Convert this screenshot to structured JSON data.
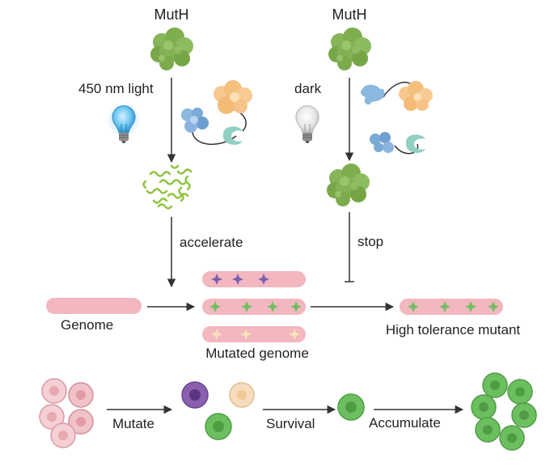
{
  "left_panel": {
    "protein_label": "MutH",
    "light_label": "450 nm light",
    "arrow_label": "accelerate"
  },
  "right_panel": {
    "protein_label": "MutH",
    "light_label": "dark",
    "arrow_label": "stop"
  },
  "genome_row": {
    "genome_label": "Genome",
    "mutated_label": "Mutated genome",
    "mutant_label": "High tolerance mutant"
  },
  "cell_row": {
    "mutate_label": "Mutate",
    "survival_label": "Survival",
    "accumulate_label": "Accumulate"
  },
  "colors": {
    "muth_green": "#7fae4e",
    "dna_pink": "#f2b7bf",
    "star_purple": "#7b5fb0",
    "star_green": "#6fbf5f",
    "star_peach": "#f6d9b0",
    "cell_pink": "#f0c3c8",
    "cell_purple": "#8a5fb0",
    "cell_green": "#6cbf5f",
    "cell_peach": "#f6dcbc"
  }
}
